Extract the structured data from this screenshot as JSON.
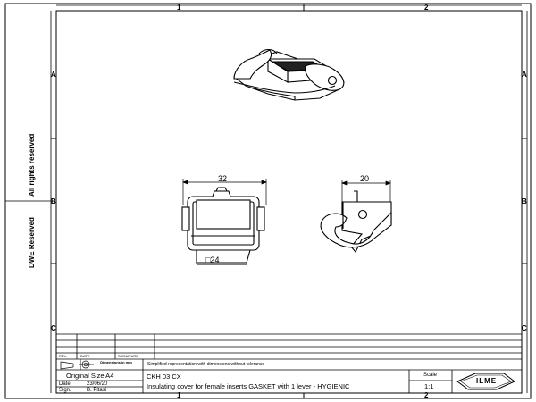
{
  "rights": {
    "left_text": "DWE Reserved",
    "right_text": "All rights reserved"
  },
  "zones": {
    "columns": [
      "1",
      "2"
    ],
    "rows": [
      "A",
      "B",
      "C"
    ]
  },
  "dimensions": {
    "width_top": "32",
    "depth_side": "20",
    "base_size": "□24"
  },
  "revision_table": {
    "headers": [
      "REV.",
      "DATE",
      "SIGNATURE"
    ]
  },
  "title_block": {
    "dimensions_label": "Dimensions in mm",
    "note": "Simplified representation with dimensions without tolerance",
    "original_size_label": "Original Size A4",
    "date_label": "Date",
    "date_value": "23/06/20",
    "sign_label": "Sign.",
    "sign_value": "B. Pitasi",
    "code": "CKH 03 CX",
    "description": "Insulating cover for female inserts GASKET with 1 lever - HYGIENIC",
    "scale_label": "Scale",
    "scale_value": "1:1",
    "logo_text": "ILME"
  }
}
